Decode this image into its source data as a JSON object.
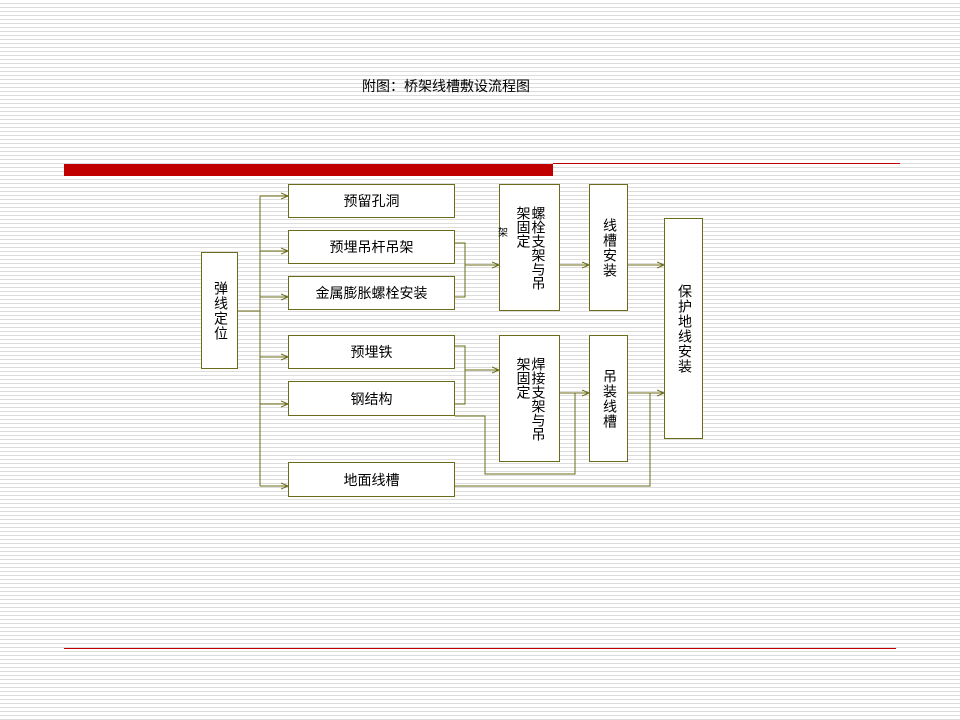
{
  "caption": "附图：桥架线槽敷设流程图",
  "colors": {
    "accent": "#c00000",
    "connector": "#6b6b1a",
    "stripe": "#dcdcdc"
  },
  "nodes": {
    "start": "弹线定位",
    "reserve_holes": "预留孔洞",
    "embed_hanger_rod": "预埋吊杆吊架",
    "metal_expansion_bolt": "金属膨胀螺栓安装",
    "embedded_iron": "预埋铁",
    "steel_structure": "钢结构",
    "floor_trough": "地面线槽",
    "bolt_support": "螺栓支架与吊架固定",
    "bolt_support_note": "架",
    "weld_support": "焊接支架与吊架固定",
    "trough_install": "线槽安装",
    "hang_trough": "吊装线槽",
    "ground_protection": "保护地线安装"
  }
}
